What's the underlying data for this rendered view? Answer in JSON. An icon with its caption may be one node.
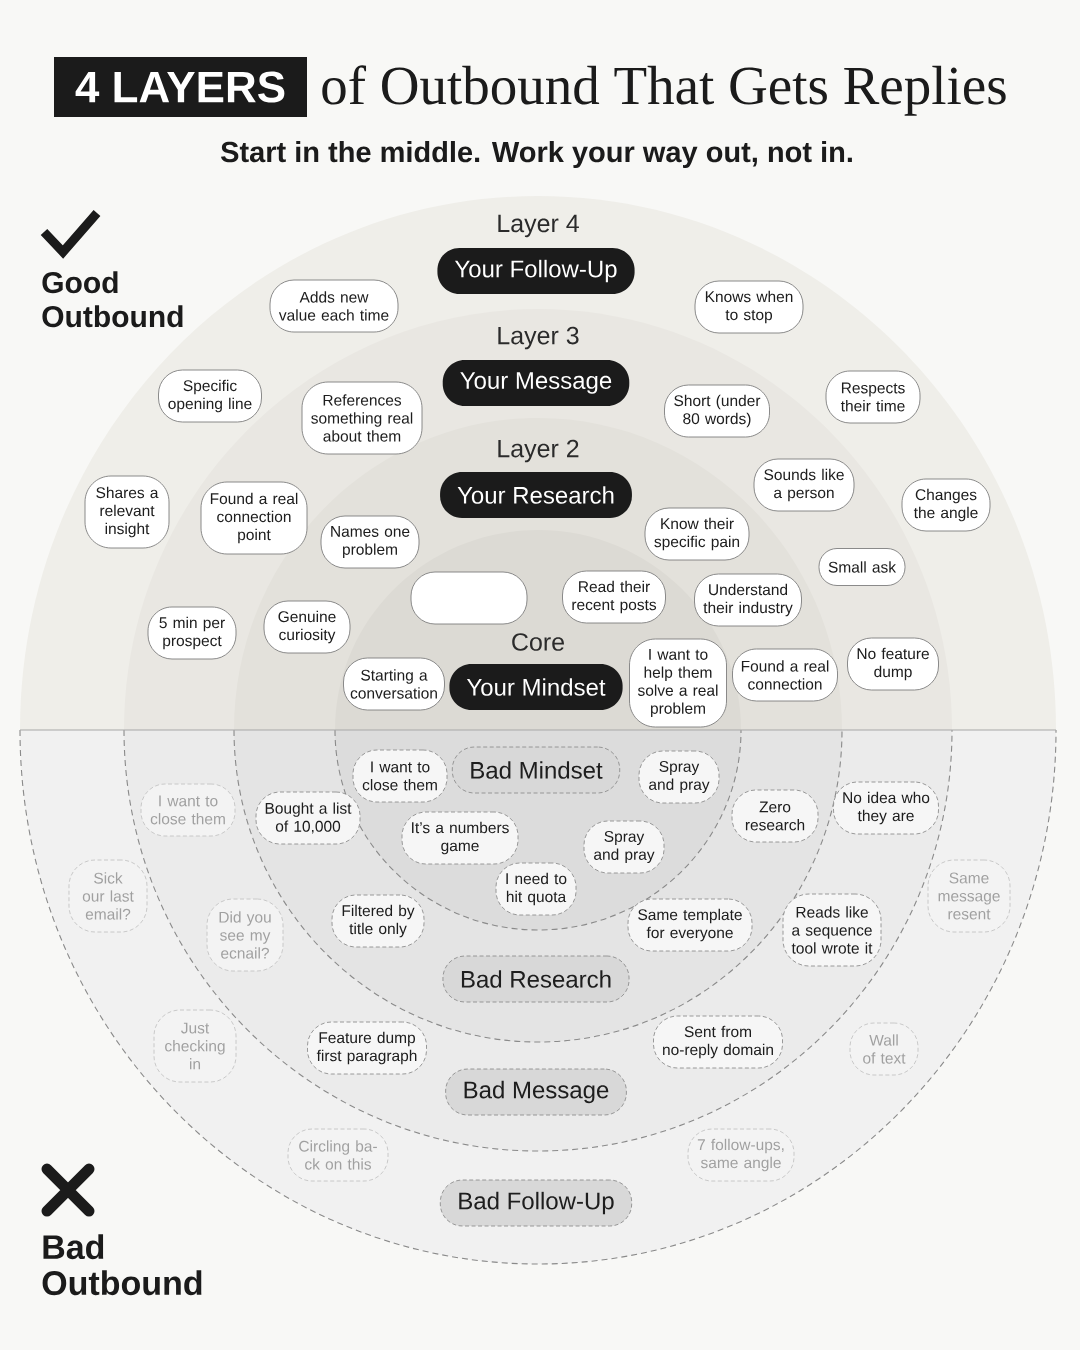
{
  "diagram": {
    "title": "of Outbound That Gets Replies",
    "nodes": [
      {
        "text": [
          "4 LAYERS"
        ]
      },
      {
        "text": [
          "Layer 4"
        ]
      },
      {
        "text": [
          "Your Follow-Up"
        ],
        "in": 1
      },
      {
        "text": [
          "Adds new value each time"
        ],
        "in": 1
      },
      {
        "text": [
          "Knows when to stop"
        ],
        "in": 1
      },
      {
        "text": [
          "Layer 3"
        ],
        "in": 1
      },
      {
        "text": [
          "Your Message"
        ],
        "in": 5
      },
      {
        "text": [
          "Specific opening line"
        ],
        "in": 1
      },
      {
        "text": [
          "References something real about them"
        ],
        "in": 5
      },
      {
        "text": [
          "Short (under 80 words)"
        ],
        "in": 5
      },
      {
        "text": [
          "Respects their time"
        ],
        "in": 1
      },
      {
        "text": [
          "Layer 2"
        ],
        "in": 5
      },
      {
        "text": [
          "Your Research"
        ],
        "in": 11
      },
      {
        "text": [
          "Sounds like a person"
        ],
        "in": 5
      },
      {
        "text": [
          "Shares a relevant insight"
        ],
        "in": 1
      },
      {
        "text": [
          "Found a real connection point"
        ],
        "in": 5
      },
      {
        "text": [
          "Know their specific pain"
        ],
        "in": 11
      },
      {
        "text": [
          "Changes the angle"
        ],
        "in": 1
      },
      {
        "text": [
          "Names one problem"
        ],
        "in": 11
      },
      {
        "text": [
          "Small ask"
        ],
        "in": 5
      },
      {
        "text": [
          "Core"
        ],
        "in": 11
      },
      {
        "text": [],
        "shape": "box",
        "in": 20
      },
      {
        "text": [
          "Read their recent posts"
        ],
        "in": 20
      },
      {
        "text": [
          "Understand their industry"
        ],
        "in": 11
      },
      {
        "text": [
          "5 min per prospect"
        ],
        "in": 5
      },
      {
        "text": [
          "Genuine curiosity"
        ],
        "in": 11
      },
      {
        "text": [
          "No feature dump"
        ],
        "in": 5
      },
      {
        "text": [
          "Starting a conversation"
        ],
        "in": 20
      },
      {
        "text": [
          "Your Mindset"
        ],
        "in": 20
      },
      {
        "text": [
          "I want to help them solve a real problem"
        ],
        "in": 20
      },
      {
        "text": [
          "Found a real connection"
        ],
        "in": 11
      },
      {
        "text": [],
        "shape": "semicircle"
      },
      {
        "text": [],
        "shape": "semicircle",
        "in": 31
      },
      {
        "text": [],
        "shape": "semicircle",
        "in": 32
      },
      {
        "text": [],
        "shape": "semicircle",
        "in": 33
      },
      {
        "text": [
          "Bad Mindset"
        ],
        "in": 34
      },
      {
        "text": [
          "I want to close them"
        ],
        "in": 34
      },
      {
        "text": [
          "Spray and pray"
        ],
        "in": 34
      },
      {
        "text": [
          "I want to close them"
        ],
        "in": 32
      },
      {
        "text": [
          "No idea who they are"
        ],
        "in": 32
      },
      {
        "text": [
          "Zero research"
        ],
        "in": 33
      },
      {
        "text": [
          "Bought a list of 10,000"
        ],
        "in": 33
      },
      {
        "text": [
          "It’s a numbers game"
        ],
        "in": 34
      },
      {
        "text": [
          "Spray and pray"
        ],
        "in": 34
      },
      {
        "text": [
          "I need to hit quota"
        ],
        "in": 34
      },
      {
        "text": [
          "Sick our last email?"
        ],
        "in": 31
      },
      {
        "text": [
          "Same message resent"
        ],
        "in": 31
      },
      {
        "text": [
          "Filtered by title only"
        ],
        "in": 33
      },
      {
        "text": [
          "Same template for everyone"
        ],
        "in": 33
      },
      {
        "text": [
          "Did you see my ecnail?"
        ],
        "in": 32
      },
      {
        "text": [
          "Reads like a sequence tool wrote it"
        ],
        "in": 32
      },
      {
        "text": [
          "Bad Research"
        ],
        "in": 33
      },
      {
        "text": [
          "Just checking in"
        ],
        "in": 31
      },
      {
        "text": [
          "Feature dump first paragraph"
        ],
        "in": 32
      },
      {
        "text": [
          "Sent from no-reply domain"
        ],
        "in": 32
      },
      {
        "text": [
          "Wall of text"
        ],
        "in": 31
      },
      {
        "text": [
          "Bad Message"
        ],
        "in": 32
      },
      {
        "text": [
          "Circling ba- ck on this"
        ],
        "in": 31
      },
      {
        "text": [
          "7 follow-ups, same angle"
        ],
        "in": 31
      },
      {
        "text": [
          "Bad Follow-Up"
        ],
        "in": 31
      }
    ],
    "labels": [
      "Start in the middle. Work your way out, not in.",
      "Good Outbound",
      "Bad Outbound"
    ]
  }
}
